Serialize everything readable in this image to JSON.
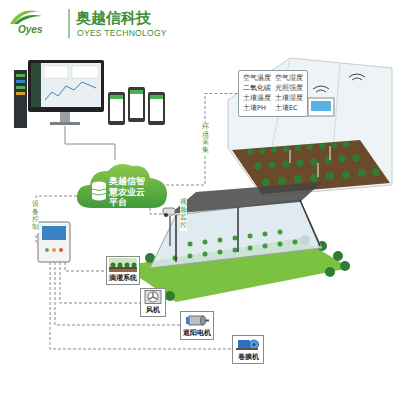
{
  "diagram": {
    "nodes": [
      {
        "text": [
          "奥越信智慧农业云平台"
        ]
      },
      {
        "text": [
          "空气温度",
          "空气湿度",
          "二氧化碳",
          "光照强度",
          "土壤温度",
          "土壤湿度",
          "土壤PH",
          "土壤EC"
        ]
      },
      {
        "text": [
          "滴灌系统"
        ]
      },
      {
        "text": [
          "风机"
        ]
      },
      {
        "text": [
          "遮阳电机"
        ]
      },
      {
        "text": [
          "卷膜机"
        ]
      }
    ],
    "edges": [
      {
        "from": 0,
        "to": 1,
        "arrow": "none",
        "label": "环境采集"
      }
    ],
    "labels": [
      "Oyes",
      "奥越信科技",
      "OYES TECHNOLOGY",
      "视频监控",
      "设备控制"
    ]
  }
}
